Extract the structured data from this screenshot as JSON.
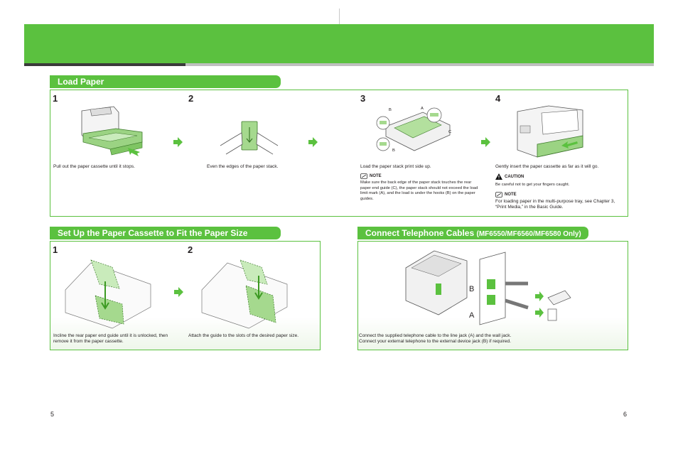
{
  "load_paper": {
    "title": "Load Paper",
    "steps": [
      {
        "number": "1",
        "caption": "Pull out the paper cassette until it stops."
      },
      {
        "number": "2",
        "caption": "Even the edges of the paper stack."
      },
      {
        "number": "3",
        "caption": "Load the paper stack print side up.",
        "note_label": "NOTE",
        "note_text": "Make sure the back edge of the paper stack touches the rear paper end guide (C), the paper stack should not exceed the load limit mark (A), and the load is under the hooks (B) on the paper guides.",
        "callouts": {
          "a": "A",
          "b1": "B",
          "b2": "B",
          "c": "C"
        }
      },
      {
        "number": "4",
        "caption": "Gently insert the paper cassette as far as it will go.",
        "caution_label": "CAUTION",
        "caution_text": "Be careful not to get your fingers caught.",
        "note_label": "NOTE",
        "note_text": "For loading paper in the multi-purpose tray, see Chapter 3, “Print Media,” in the Basic Guide."
      }
    ]
  },
  "cassette": {
    "title": "Set Up the Paper Cassette to Fit the Paper Size",
    "steps": [
      {
        "number": "1",
        "caption": "Incline the rear paper end guide until it is unlocked, then remove it from the paper cassette."
      },
      {
        "number": "2",
        "caption": "Attach the guide to the slots of the desired paper size."
      }
    ]
  },
  "telephone": {
    "title": "Connect Telephone Cables",
    "title_sub": "(MF6550/MF6560/MF6580 Only)",
    "callout_a": "A",
    "callout_b": "B",
    "caption_line1": "Connect the supplied telephone cable to the line jack (A) and the wall jack.",
    "caption_line2": "Connect your external telephone to the external device jack (B) if required."
  },
  "page_numbers": {
    "left": "5",
    "right": "6"
  },
  "colors": {
    "accent": "#5bc13f",
    "dark_bar": "#3a3a3a",
    "light_bar": "#bfbfbf"
  }
}
